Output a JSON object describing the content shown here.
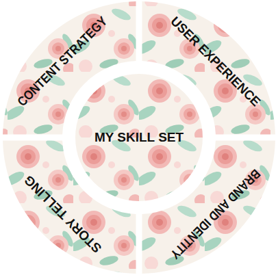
{
  "diagram": {
    "nodes": [
      {
        "text": [
          "CONTENT STRATEGY"
        ]
      },
      {
        "text": [
          "USER EXPERIENCE"
        ]
      },
      {
        "text": [
          "MY SKILL SET"
        ]
      },
      {
        "text": [
          "STORY TELLING"
        ]
      },
      {
        "text": [
          "BRAND AND IDENTITY"
        ]
      }
    ]
  }
}
